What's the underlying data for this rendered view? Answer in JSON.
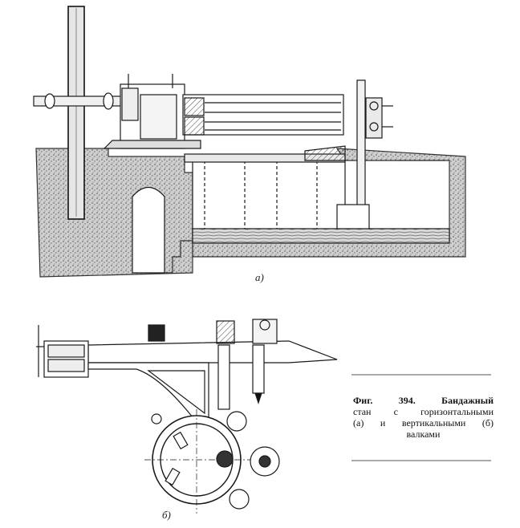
{
  "labels": {
    "fig_a": "а)",
    "fig_b": "б)"
  },
  "caption": {
    "line1_fig": "Фиг.",
    "line1_num": "394.",
    "line1_text": "Бандажный",
    "line2": "стан с горизонтальными",
    "line3": "(а) и вертикальными (б)",
    "line4": "валками"
  },
  "colors": {
    "ink": "#1a1a1a",
    "hatch": "#555555",
    "paper": "#ffffff"
  }
}
